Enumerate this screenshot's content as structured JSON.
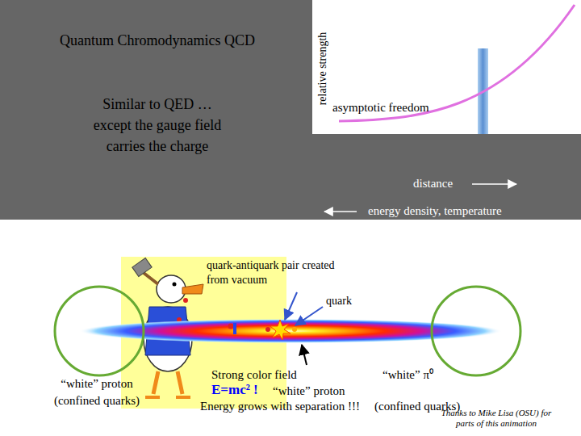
{
  "diagram": {
    "title": "Quantum Chromodynamics QCD",
    "labels": [
      "Similar to QED … except the gauge field carries the charge",
      "relative strength",
      "asymptotic freedom",
      "distance",
      "energy density, temperature",
      "quark-antiquark pair created from vacuum",
      "quark",
      "“white” proton (confined quarks)",
      "Strong color field",
      "E=mc² !",
      "“white” proton",
      "Energy grows with separation !!!",
      "“white” π⁰",
      "(confined quarks)",
      "Thanks to Mike Lisa (OSU) for parts of this animation"
    ]
  }
}
